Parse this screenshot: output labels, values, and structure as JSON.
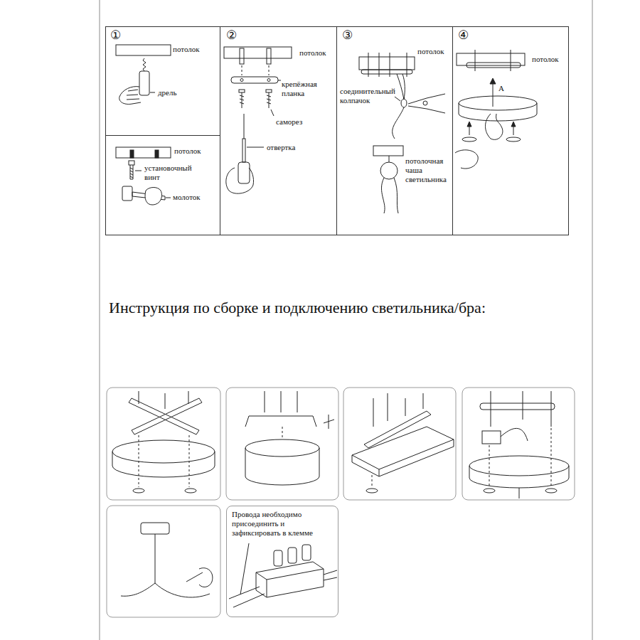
{
  "diagram": {
    "title": "Инструкция по сборке и подключению светильника/бра:",
    "nodes": [
      {
        "text": [
          "①",
          "потолок",
          "дрель"
        ]
      },
      {
        "text": [
          "потолок",
          "установочный винт",
          "молоток"
        ]
      },
      {
        "text": [
          "②",
          "потолок",
          "крепёжная планка",
          "саморез",
          "отвертка"
        ]
      },
      {
        "text": [
          "③",
          "потолок",
          "соединительный колпачок",
          "потолочная чаша светильника"
        ]
      },
      {
        "text": [
          "④",
          "потолок",
          "A"
        ]
      },
      {
        "text": [
          "Провода необходимо присоединить и зафиксировать в клемме"
        ]
      }
    ]
  }
}
